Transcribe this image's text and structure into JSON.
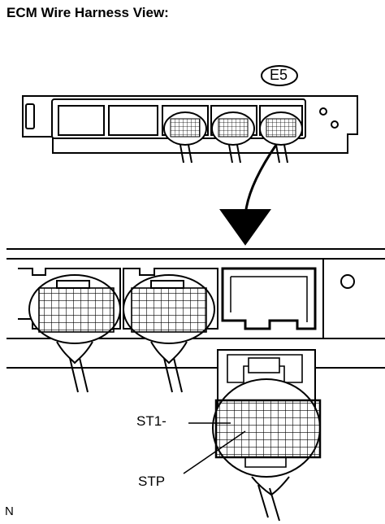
{
  "header": {
    "title": "ECM Wire Harness View:"
  },
  "connector": {
    "code": "E5"
  },
  "pins": {
    "st1": "ST1-",
    "stp": "STP"
  },
  "corner_mark": "N"
}
